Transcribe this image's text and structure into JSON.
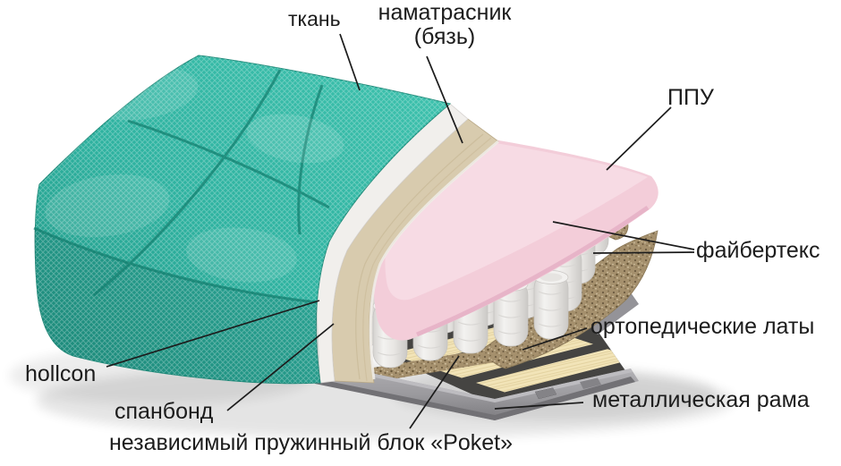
{
  "diagram": {
    "subject": "mattress cross-section cutaway",
    "background": "#ffffff",
    "text_color": "#1c1c1c",
    "leader_line_color": "#1c1c1c"
  },
  "labels": {
    "fabric": "ткань",
    "mattress_pad": "наматрасник (бязь)",
    "ppu": "ППУ",
    "fibertex": "файбертекс",
    "orthopedic_slats": "ортопедические латы",
    "metal_frame": "металлическая рама",
    "hollcon": "hollcon",
    "spunbond": "спанбонд",
    "spring_block": "независимый пружинный блок «Poket»"
  },
  "colors": {
    "fabric_teal": "#2eb2a0",
    "fabric_teal_dark": "#1f9483",
    "fabric_seam": "#117d6d",
    "hollcon_white": "#f1efec",
    "spunbond_beige": "#d8cbae",
    "ppu_pink": "#f3cdd9",
    "ppu_pink_light": "#f7dbe4",
    "ppu_pink_shadow": "#e3aec3",
    "fibertex_brown": "#a5906d",
    "spring_gray": "#e9e7e4",
    "slat_wood": "#f2e4b8",
    "frame_gray": "#9b9a9e",
    "frame_dark": "#454442"
  }
}
